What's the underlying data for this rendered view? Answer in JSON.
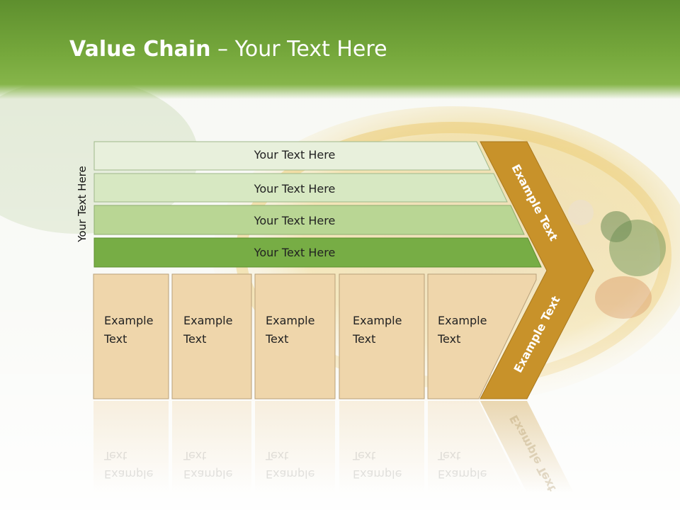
{
  "slide": {
    "title_bold": "Value Chain",
    "title_rest": " – Your Text Here",
    "side_label": "Your Text Here"
  },
  "bars": [
    {
      "label": "Your Text Here",
      "color": "#e8f0dc"
    },
    {
      "label": "Your Text Here",
      "color": "#d7e8c2"
    },
    {
      "label": "Your Text Here",
      "color": "#b9d694"
    },
    {
      "label": "Your Text Here",
      "color": "#77ad45"
    }
  ],
  "boxes": [
    {
      "line1": "Example",
      "line2": "Text"
    },
    {
      "line1": "Example",
      "line2": "Text"
    },
    {
      "line1": "Example",
      "line2": "Text"
    },
    {
      "line1": "Example",
      "line2": "Text"
    },
    {
      "line1": "Example",
      "line2": "Text"
    }
  ],
  "chevron": {
    "upper_label": "Example Text",
    "lower_label": "Example Text",
    "color": "#c8922a"
  },
  "colors": {
    "box_fill": "#efd6ab",
    "box_border": "#b9a07a",
    "header_green": "#6fa138"
  }
}
